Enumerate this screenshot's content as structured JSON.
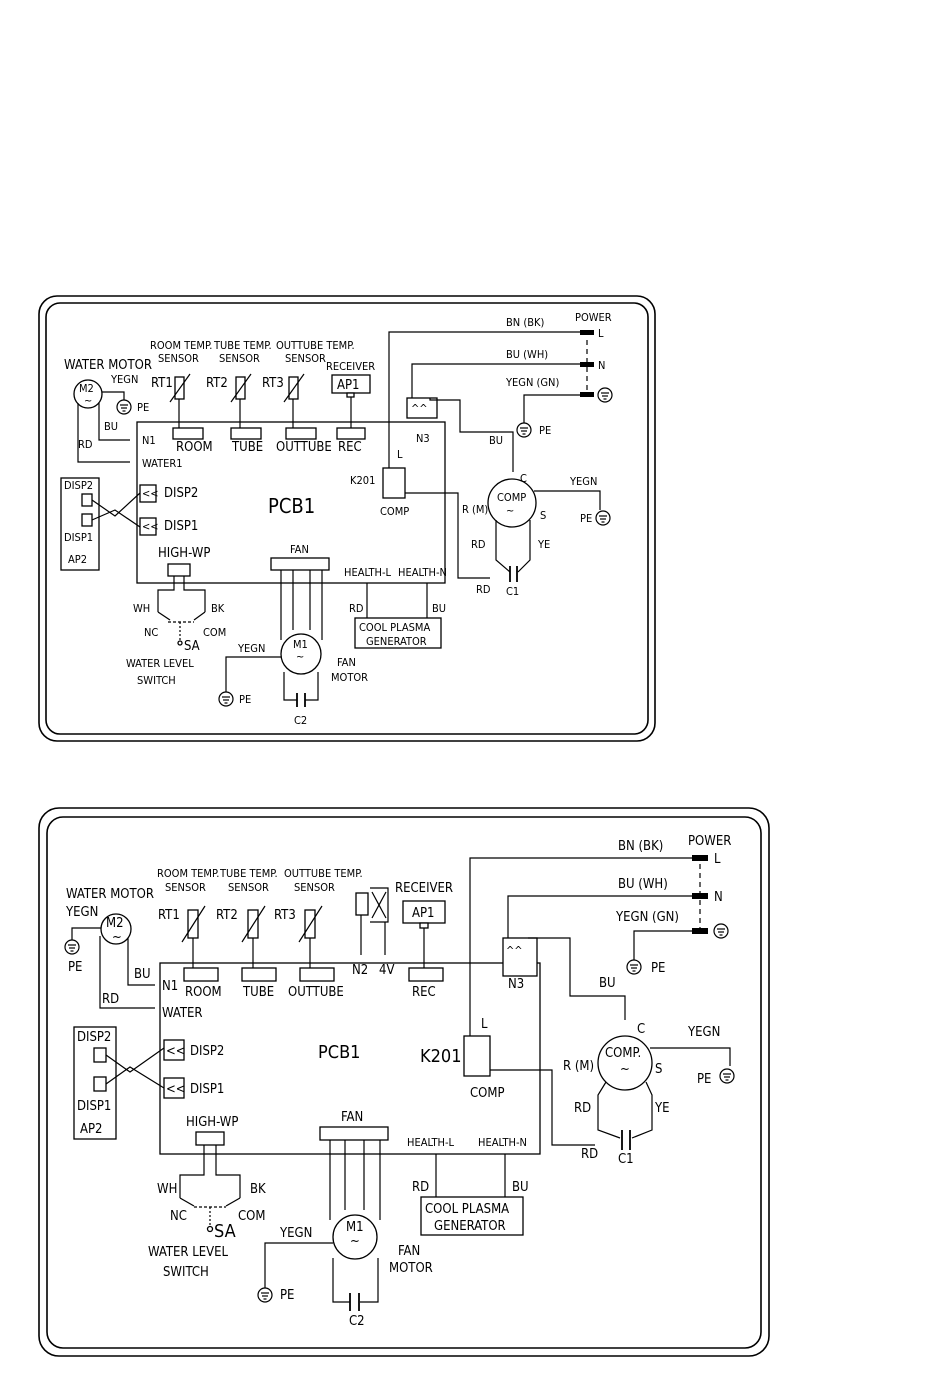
{
  "diagram1": {
    "power": "POWER",
    "l": "L",
    "n": "N",
    "bn_bk": "BN (BK)",
    "bu_wh": "BU (WH)",
    "yegn_gn": "YEGN (GN)",
    "pe": "PE",
    "water_motor": "WATER MOTOR",
    "yegn": "YEGN",
    "m2": "M2",
    "bu": "BU",
    "rd": "RD",
    "n1": "N1",
    "water1": "WATER1",
    "room_temp_1": "ROOM TEMP.",
    "room_temp_2": "SENSOR",
    "tube_temp_1": "TUBE TEMP.",
    "tube_temp_2": "SENSOR",
    "outtube_temp_1": "OUTTUBE TEMP.",
    "outtube_temp_2": "SENSOR",
    "receiver": "RECEIVER",
    "ap1": "AP1",
    "rt1": "RT1",
    "rt2": "RT2",
    "rt3": "RT3",
    "room": "ROOM",
    "tube": "TUBE",
    "outtube": "OUTTUBE",
    "rec": "REC",
    "n3": "N3",
    "k201": "K201",
    "comp": "COMP",
    "comp_motor": "COMP",
    "c": "C",
    "s": "S",
    "r_m": "R (M)",
    "ye": "YE",
    "c1": "C1",
    "pcb1": "PCB1",
    "disp2": "DISP2",
    "disp1": "DISP1",
    "ap2": "AP2",
    "high_wp": "HIGH-WP",
    "fan": "FAN",
    "health_l": "HEALTH-L",
    "health_n": "HEALTH-N",
    "cool_plasma": "COOL PLASMA",
    "generator": "GENERATOR",
    "wh": "WH",
    "bk": "BK",
    "nc": "NC",
    "com": "COM",
    "sa": "SA",
    "water_level": "WATER LEVEL",
    "switch": "SWITCH",
    "m1": "M1",
    "fan_motor_1": "FAN",
    "fan_motor_2": "MOTOR",
    "c2": "C2"
  },
  "diagram2": {
    "power": "POWER",
    "l": "L",
    "n": "N",
    "bn_bk": "BN (BK)",
    "bu_wh": "BU (WH)",
    "yegn_gn": "YEGN (GN)",
    "pe": "PE",
    "water_motor": "WATER MOTOR",
    "yegn": "YEGN",
    "m2": "M2",
    "bu": "BU",
    "rd": "RD",
    "n1": "N1",
    "water": "WATER",
    "room_temp_1": "ROOM TEMP.",
    "room_temp_2": "SENSOR",
    "tube_temp_1": "TUBE TEMP.",
    "tube_temp_2": "SENSOR",
    "outtube_temp_1": "OUTTUBE TEMP.",
    "outtube_temp_2": "SENSOR",
    "receiver": "RECEIVER",
    "ap1": "AP1",
    "rt1": "RT1",
    "rt2": "RT2",
    "rt3": "RT3",
    "room": "ROOM",
    "tube": "TUBE",
    "outtube": "OUTTUBE",
    "n2": "N2",
    "v4": "4V",
    "rec": "REC",
    "n3": "N3",
    "k201": "K201",
    "comp": "COMP",
    "comp_motor": "COMP.",
    "c": "C",
    "s": "S",
    "r_m": "R (M)",
    "ye": "YE",
    "c1": "C1",
    "pcb1": "PCB1",
    "disp2": "DISP2",
    "disp1": "DISP1",
    "ap2": "AP2",
    "high_wp": "HIGH-WP",
    "fan": "FAN",
    "health_l": "HEALTH-L",
    "health_n": "HEALTH-N",
    "cool_plasma": "COOL PLASMA",
    "generator": "GENERATOR",
    "wh": "WH",
    "bk": "BK",
    "nc": "NC",
    "com": "COM",
    "sa": "SA",
    "water_level": "WATER LEVEL",
    "switch": "SWITCH",
    "m1": "M1",
    "fan_motor_1": "FAN",
    "fan_motor_2": "MOTOR",
    "c2": "C2"
  }
}
